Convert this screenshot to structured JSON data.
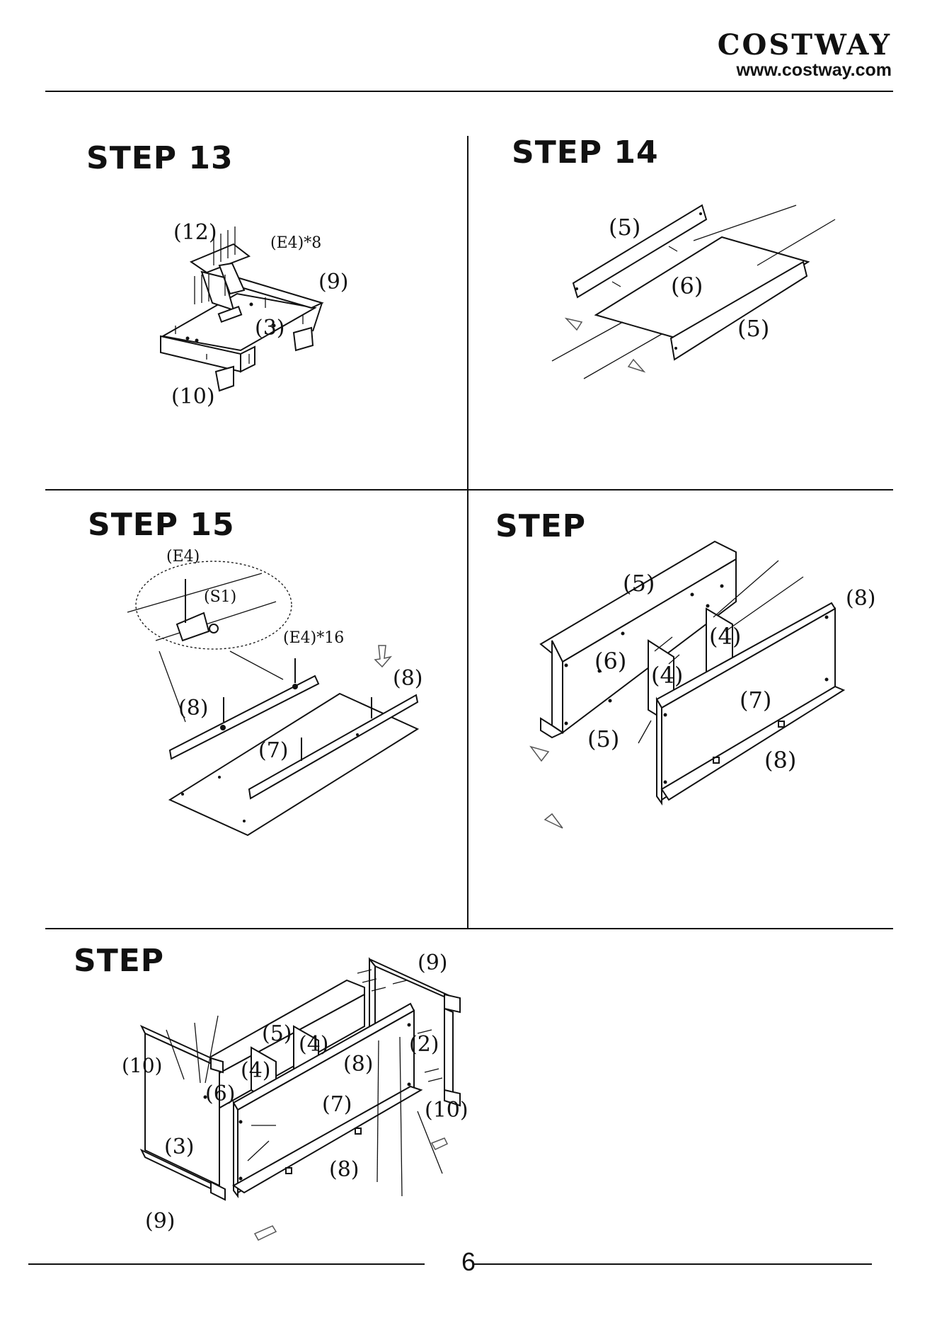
{
  "header": {
    "brand": "COSTWAY",
    "url": "www.costway.com"
  },
  "steps": [
    {
      "title": "STEP 13",
      "labels": [
        "(12)",
        "(E4)*8",
        "(9)",
        "(3)",
        "(10)"
      ]
    },
    {
      "title": "STEP 14",
      "labels": [
        "(5)",
        "(6)",
        "(5)"
      ]
    },
    {
      "title": "STEP 15",
      "labels": [
        "(E4)",
        "(S1)",
        "(E4)*16",
        "(8)",
        "(8)",
        "(7)"
      ]
    },
    {
      "title": "STEP",
      "labels": [
        "(5)",
        "(8)",
        "(4)",
        "(6)",
        "(4)",
        "(7)",
        "(5)",
        "(8)"
      ]
    },
    {
      "title": "STEP",
      "labels": [
        "(9)",
        "(5)",
        "(4)",
        "(2)",
        "(10)",
        "(4)",
        "(8)",
        "(6)",
        "(7)",
        "(10)",
        "(3)",
        "(8)",
        "(9)"
      ]
    }
  ],
  "footer": {
    "page_number": "6"
  }
}
